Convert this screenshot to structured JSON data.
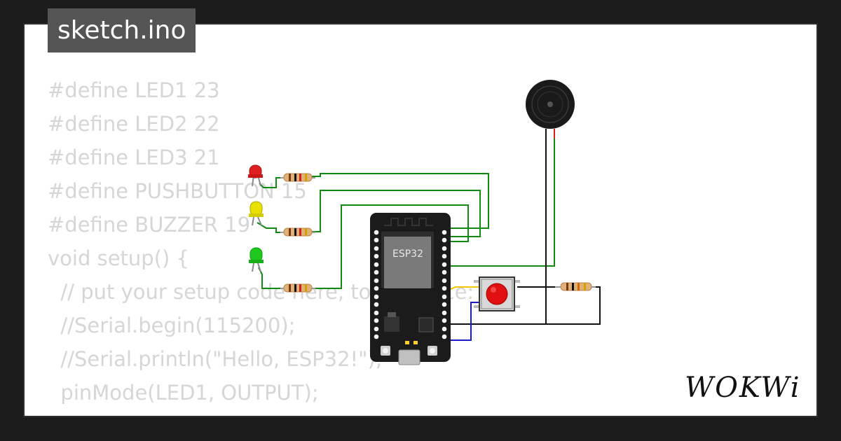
{
  "editor": {
    "filename": "sketch.ino",
    "code_lines": [
      "#define LED1 23",
      "#define LED2 22",
      "#define LED3 21",
      "#define PUSHBUTTON 15",
      "#define BUZZER 19",
      "",
      "void setup() {",
      "  // put your setup code here, to run once:",
      "  //Serial.begin(115200);",
      "  //Serial.println(\"Hello, ESP32!\");",
      "  pinMode(LED1, OUTPUT);"
    ]
  },
  "board": {
    "label": "ESP32"
  },
  "brand": {
    "logo_text": "WOKWi"
  },
  "colors": {
    "background": "#1c1c1c",
    "card": "#ffffff",
    "code_text": "#d6d6d6",
    "title_tag": "#555555",
    "wire_green": "#118a11",
    "wire_yellow": "#f2c500",
    "wire_blue": "#1a1ad0",
    "wire_black": "#111111",
    "led_red": "#e02020",
    "led_yellow": "#e8e000",
    "led_green": "#1ec81e",
    "button_red": "#e01010"
  },
  "icons": [
    "red-led-icon",
    "yellow-led-icon",
    "green-led-icon",
    "resistor-icon",
    "buzzer-icon",
    "pushbutton-icon",
    "esp32-board-icon"
  ]
}
